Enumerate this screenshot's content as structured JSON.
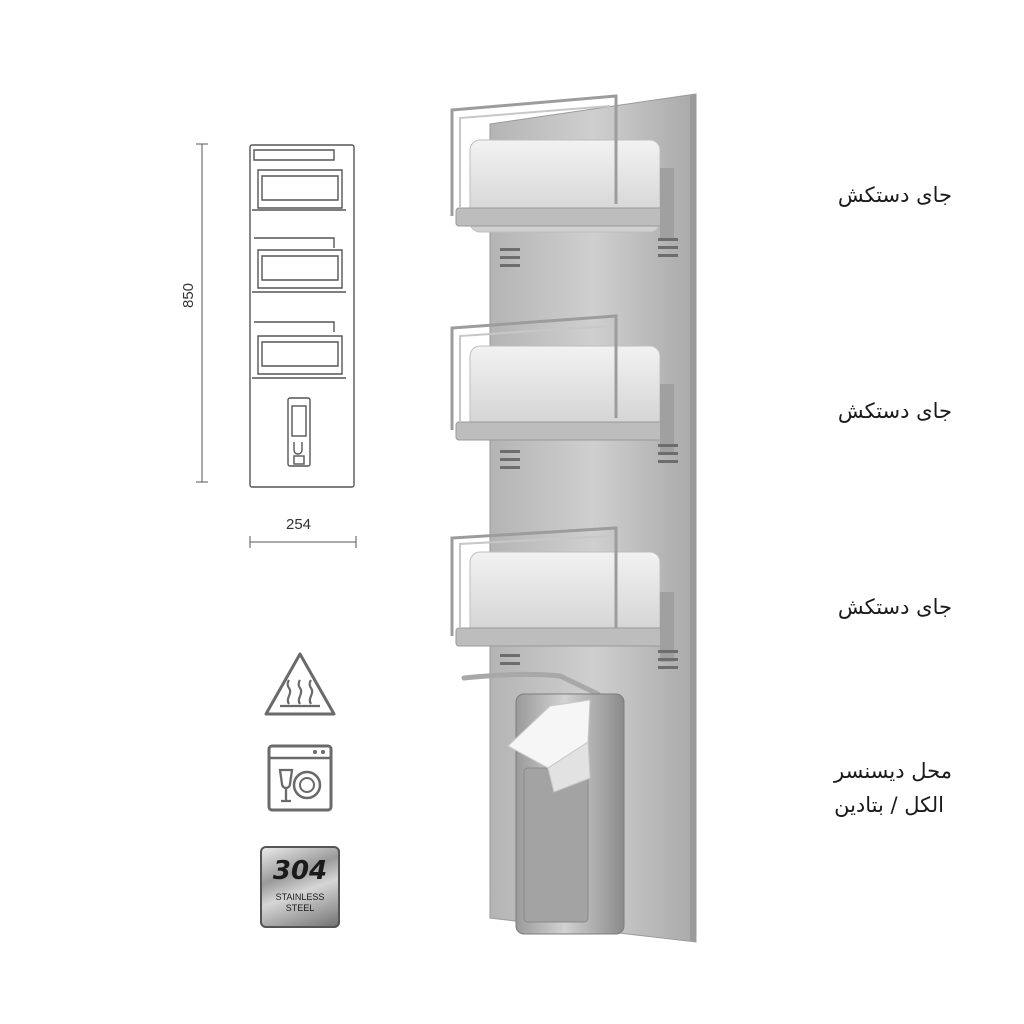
{
  "drawing": {
    "height_label": "850",
    "width_label": "254"
  },
  "icons": {
    "heat_icon": "heat-resistant-icon",
    "dishwasher_icon": "dishwasher-safe-icon",
    "steel_badge": {
      "grade": "304",
      "line1": "STAINLESS",
      "line2": "STEEL"
    }
  },
  "labels": {
    "shelf_1": "جای دستکش",
    "shelf_2": "جای دستکش",
    "shelf_3": "جای دستکش",
    "dispenser_line1": "محل دیسنسر",
    "dispenser_line2": "الکل / بتادین"
  },
  "colors": {
    "steel_light": "#c9c9c9",
    "steel_dark": "#8c8c8c",
    "line": "#555555"
  }
}
